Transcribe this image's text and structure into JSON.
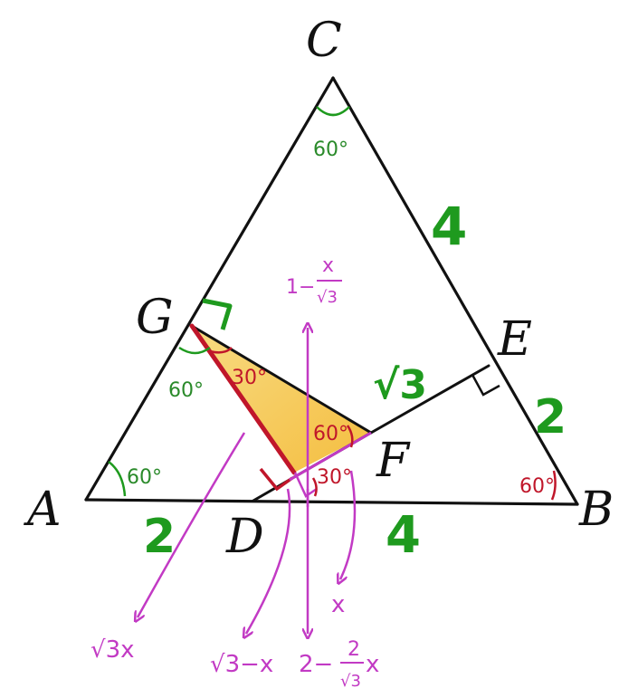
{
  "vertices": {
    "A": "A",
    "B": "B",
    "C": "C",
    "D": "D",
    "E": "E",
    "F": "F",
    "G": "G"
  },
  "lengths": {
    "AD": "2",
    "DB": "4",
    "CE": "4",
    "EB": "2",
    "EF": "√3"
  },
  "angles": {
    "A": "60°",
    "C": "60°",
    "G": "60°",
    "B": "60°",
    "G_red": "30°",
    "F_upper": "60°",
    "F_lower": "30°"
  },
  "annotations": {
    "top_fraction_lead": "1−",
    "top_fraction_num": "x",
    "top_fraction_den": "√3",
    "x_label": "x",
    "root3x": "√3x",
    "root3_minus_x": "√3−x",
    "bottom_lead": "2−",
    "bottom_num": "2",
    "bottom_den": "√3",
    "bottom_tail": "x"
  },
  "colors": {
    "lines": "#111111",
    "green": "#1e9a1e",
    "red": "#c0162a",
    "magenta": "#c23ac4",
    "fill": "#f5c542"
  }
}
